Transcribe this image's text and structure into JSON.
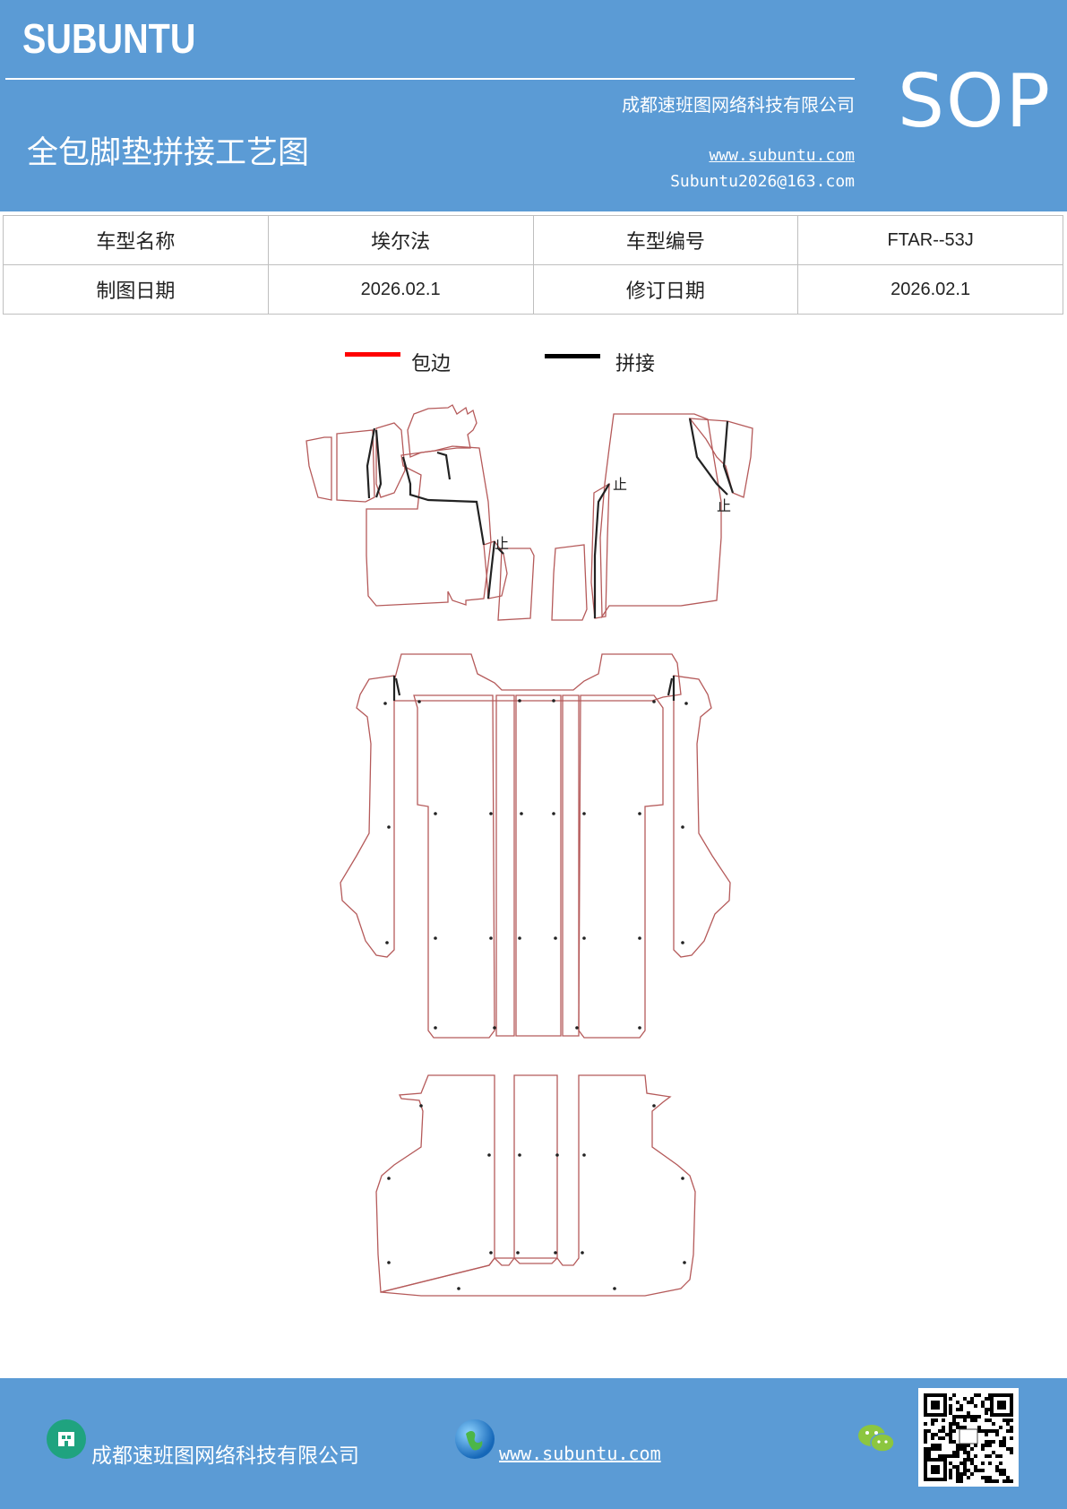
{
  "header": {
    "brand": "SUBUNTU",
    "badge": "SOP",
    "company": "成都速班图网络科技有限公司",
    "title": "全包脚垫拼接工艺图",
    "website": "www.subuntu.com",
    "email": "Subuntu2026@163.com"
  },
  "info_table": {
    "rows": [
      [
        "车型名称",
        "埃尔法",
        "车型编号",
        "FTAR--53J"
      ],
      [
        "制图日期",
        "2026.02.1",
        "修订日期",
        "2026.02.1"
      ]
    ]
  },
  "legend": {
    "items": [
      {
        "label": "包边",
        "color": "#ff0000"
      },
      {
        "label": "拼接",
        "color": "#000000"
      }
    ]
  },
  "drawing": {
    "stop_mark": "止",
    "outline_color": "#b55a5a",
    "seam_color": "#222222"
  },
  "footer": {
    "company": "成都速班图网络科技有限公司",
    "website": "www.subuntu.com",
    "icons": [
      "building-icon",
      "globe-icon",
      "wechat-icon",
      "qr-code"
    ],
    "accent": "#5b9bd5"
  }
}
